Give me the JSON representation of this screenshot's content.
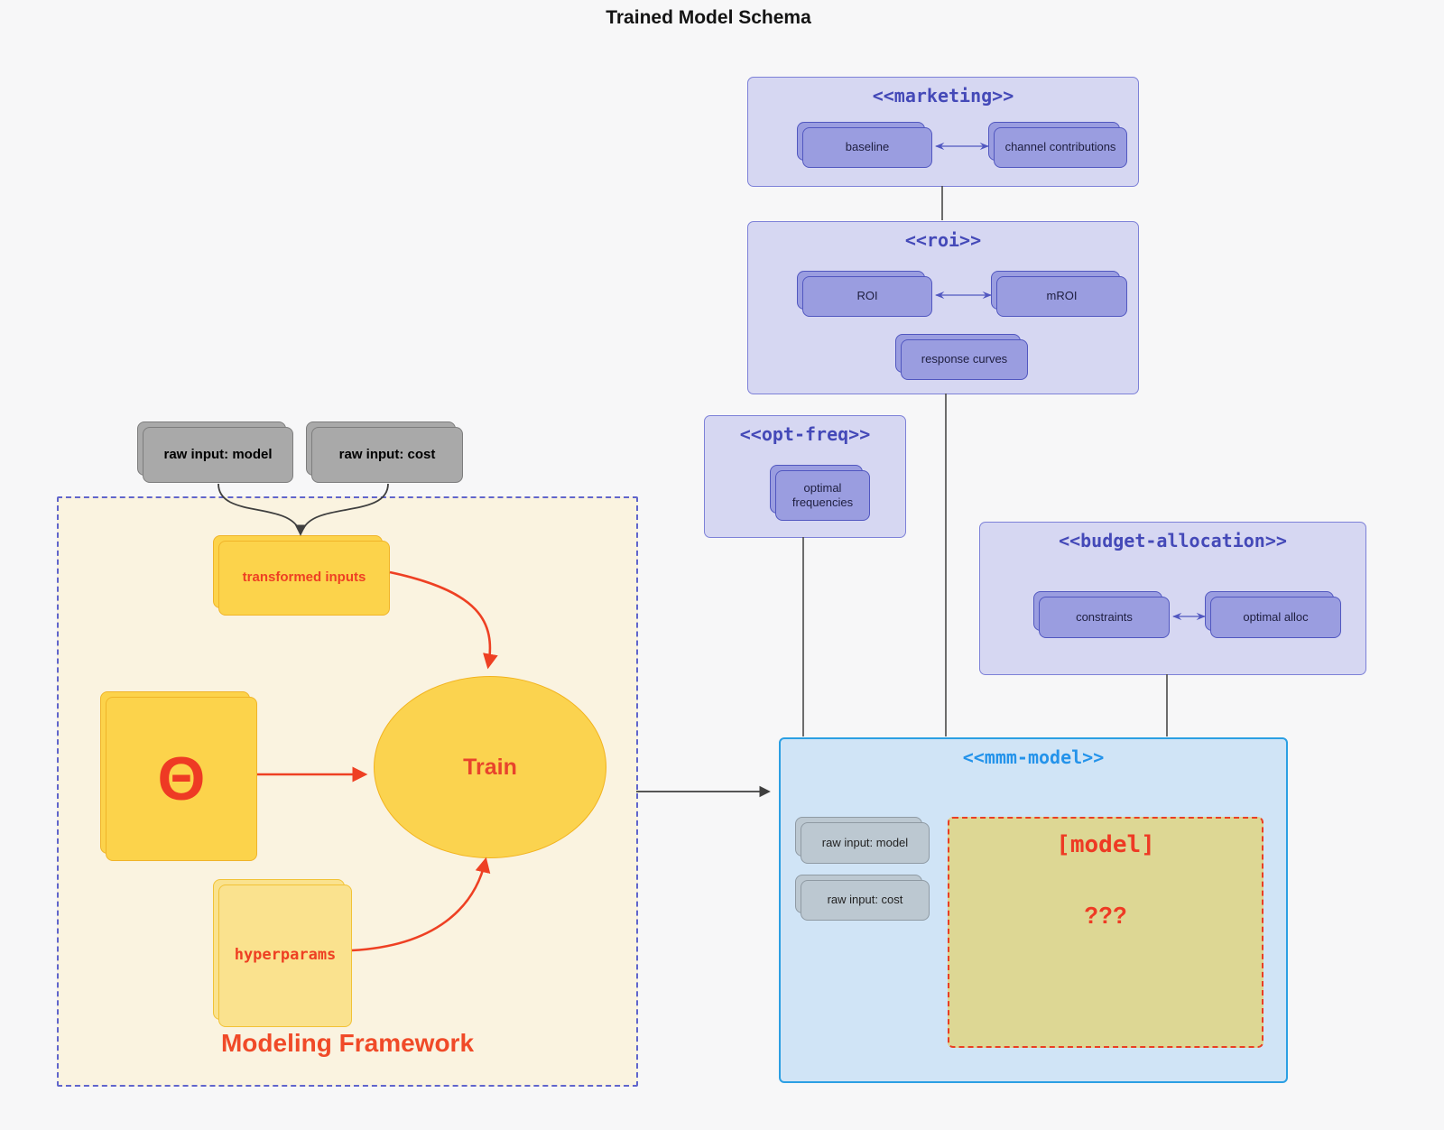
{
  "title": "Trained Model Schema",
  "panels": {
    "marketing": {
      "title": "<<marketing>>",
      "node_left": "baseline",
      "node_right": "channel contributions"
    },
    "roi": {
      "title": "<<roi>>",
      "node_left": "ROI",
      "node_right": "mROI",
      "node_bottom": "response curves"
    },
    "opt_freq": {
      "title": "<<opt-freq>>",
      "node": "optimal frequencies"
    },
    "budget": {
      "title": "<<budget-allocation>>",
      "node_left": "constraints",
      "node_right": "optimal alloc"
    },
    "framework": {
      "label": "Modeling Framework",
      "transformed": "transformed inputs",
      "theta": "Θ",
      "train": "Train",
      "hyperparams": "hyperparams"
    },
    "mmm": {
      "title": "<<mmm-model>>",
      "raw_model": "raw input: model",
      "raw_cost": "raw input: cost",
      "model_box": "[model]",
      "unknown": "???"
    }
  },
  "inputs": {
    "raw_model": "raw input: model",
    "raw_cost": "raw input: cost"
  },
  "colors": {
    "background": "#f7f7f8",
    "purple_panel_fill": "#d6d7f2",
    "purple_panel_border": "#7d81d8",
    "purple_title": "#4449b8",
    "purple_node_fill": "#9a9de0",
    "purple_node_border": "#5157c0",
    "gray_node_fill": "#a9a9a9",
    "bluegray_node_fill": "#bcc8d1",
    "yellow_node_fill": "#fcd34b",
    "yellow_node_border": "#f0b429",
    "light_yellow_fill": "#fae28e",
    "cream_panel_fill": "#faf3e0",
    "cream_panel_border": "#6065cc",
    "blue_panel_fill": "#d0e4f6",
    "blue_panel_border": "#2b9fe3",
    "blue_title": "#2493ea",
    "khaki_fill": "#ddd794",
    "red_accent": "#ee4023",
    "edge_dark": "#3f3f3f"
  }
}
